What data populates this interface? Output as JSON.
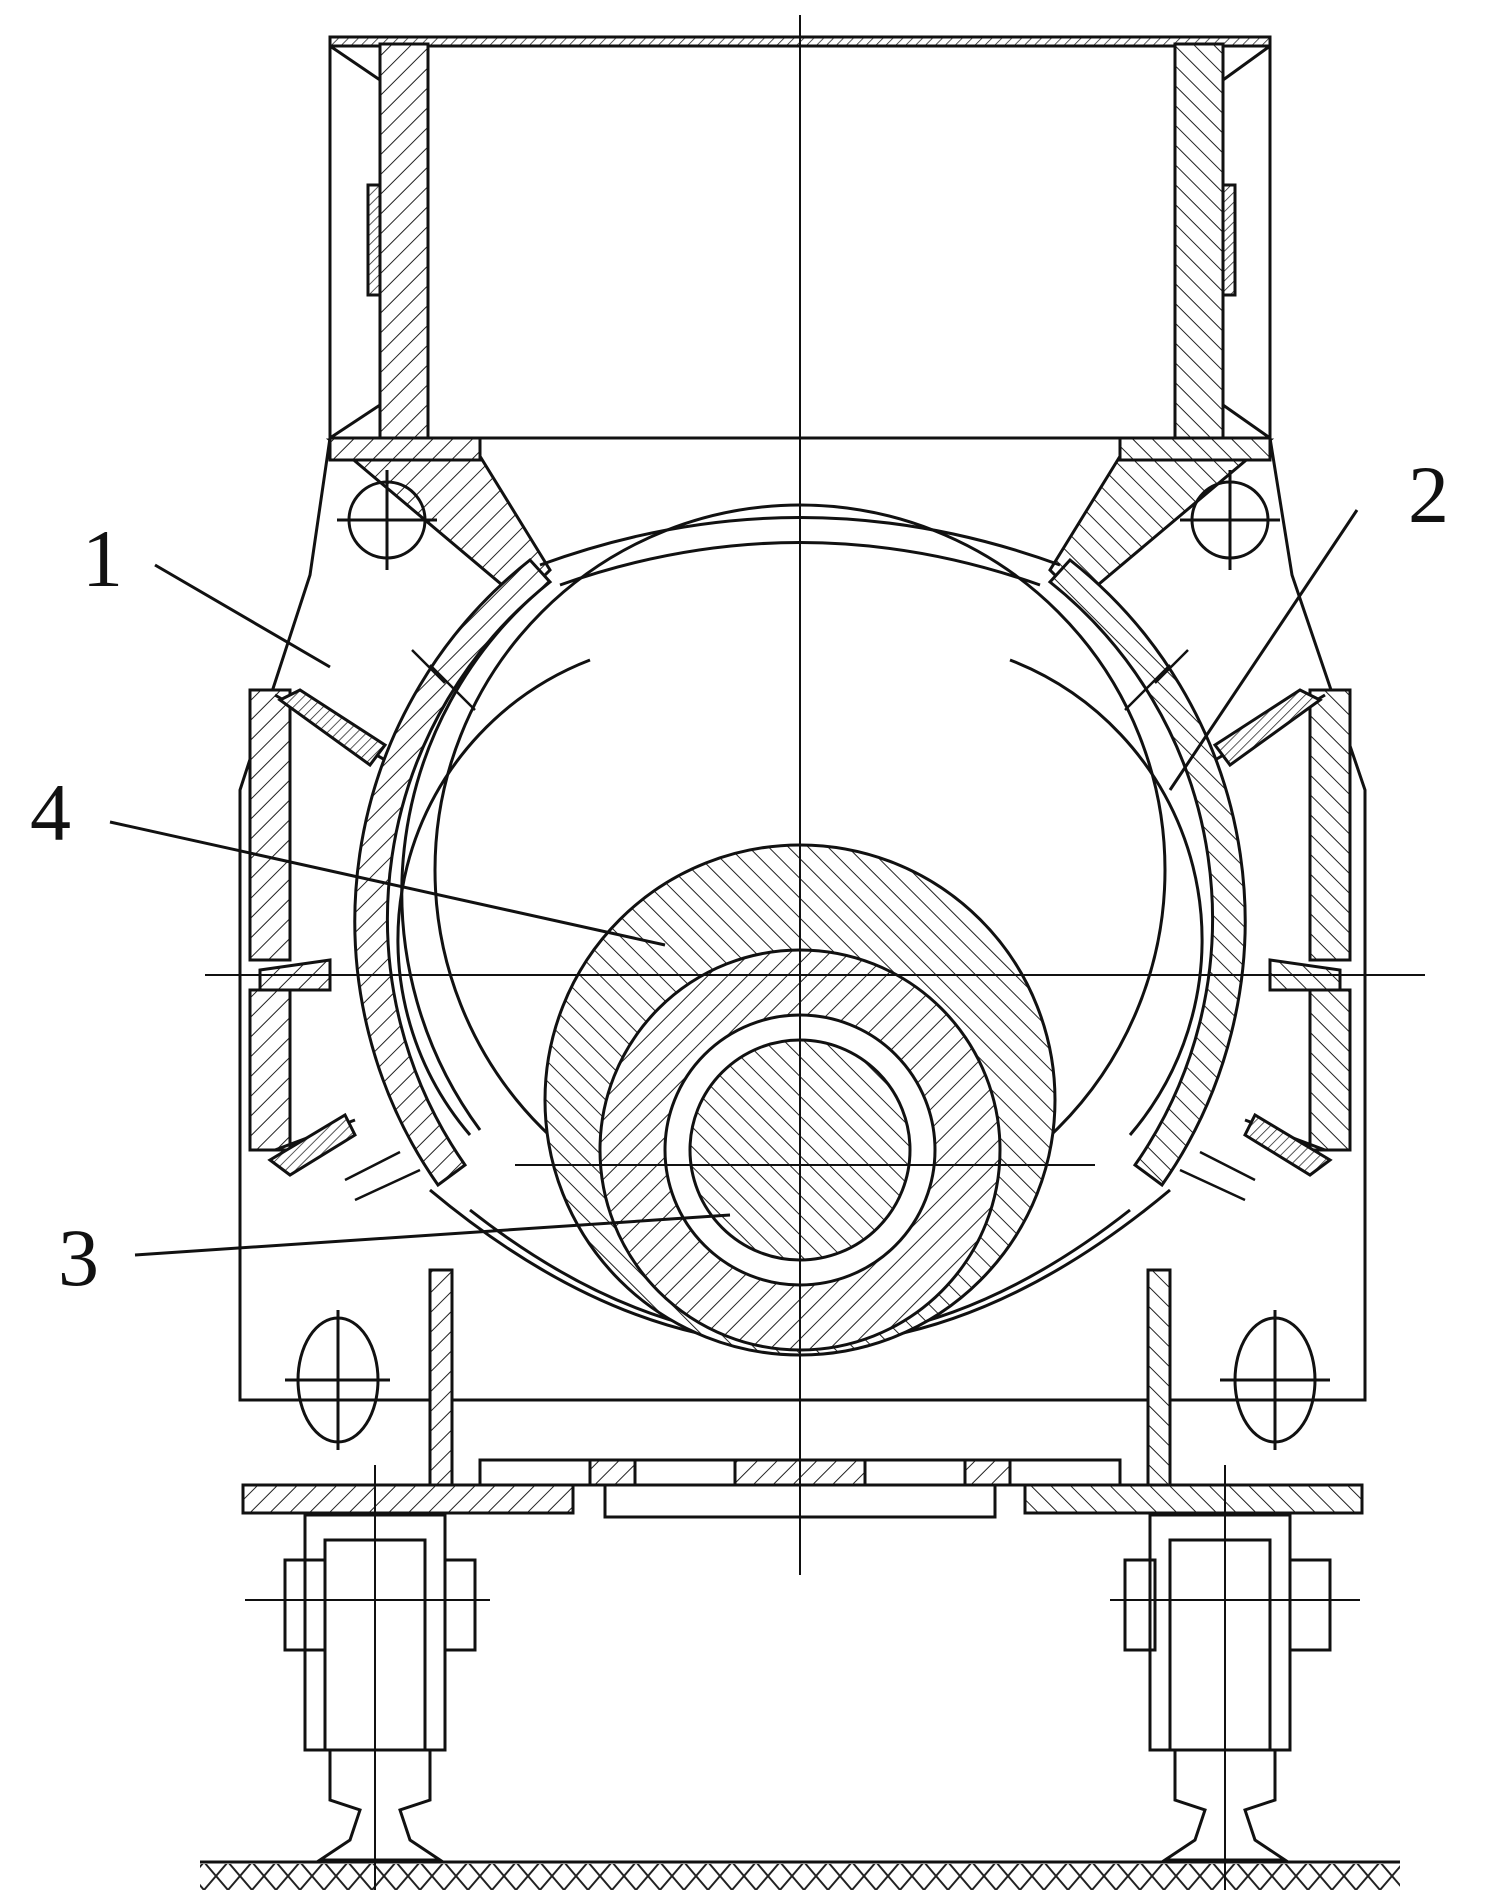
{
  "figure": {
    "callouts": [
      {
        "label": "1"
      },
      {
        "label": "2"
      },
      {
        "label": "3"
      },
      {
        "label": "4"
      }
    ]
  }
}
